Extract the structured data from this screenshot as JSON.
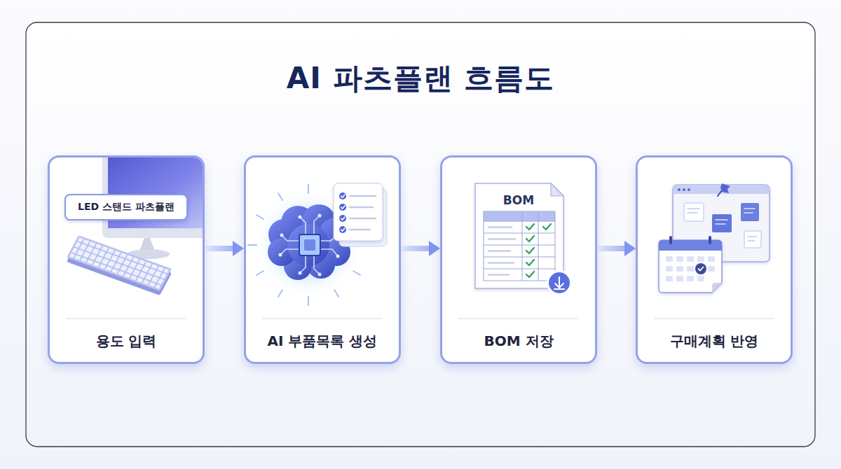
{
  "diagram": {
    "title": "AI 파츠플랜 흐름도",
    "nodes": [
      {
        "text": [
          "용도 입력"
        ]
      },
      {
        "text": [
          "LED 스탠드 파츠플랜"
        ],
        "in": 0
      },
      {
        "text": [
          "AI 부품목록 생성"
        ]
      },
      {
        "text": [
          "BOM 저장"
        ]
      },
      {
        "text": [
          "구매계획 반영"
        ]
      }
    ],
    "edges": [
      {
        "from": 0,
        "to": 2,
        "arrow": "to"
      },
      {
        "from": 2,
        "to": 3,
        "arrow": "to"
      },
      {
        "from": 3,
        "to": 4,
        "arrow": "to"
      }
    ],
    "labels": [
      "BOM"
    ]
  }
}
